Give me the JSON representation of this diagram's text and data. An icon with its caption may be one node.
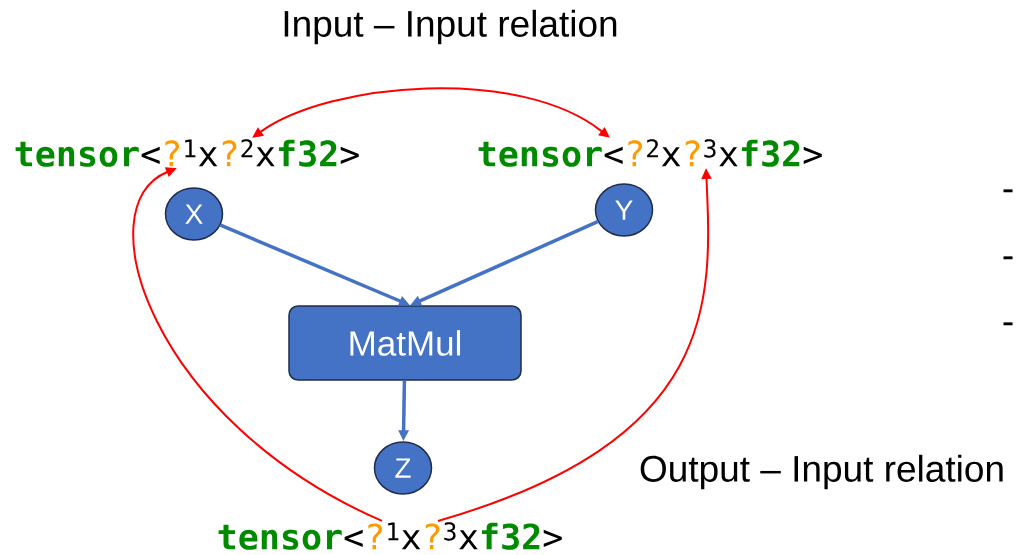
{
  "diagram": {
    "nodes": [
      {
        "text": [
          "**tensor**<?$^{1}$x?$^{2}$x**f32**>"
        ]
      },
      {
        "text": [
          "**tensor**<?$^{2}$x?$^{3}$x**f32**>"
        ]
      },
      {
        "text": [
          "X"
        ]
      },
      {
        "text": [
          "Y"
        ]
      },
      {
        "text": [
          "MatMul"
        ]
      },
      {
        "text": [
          "Z"
        ]
      },
      {
        "text": [
          "**tensor**<?$^{1}$x?$^{3}$x**f32**>"
        ]
      }
    ],
    "edges": [
      {
        "from": 2,
        "to": 4,
        "arrow": "to",
        "color": "#4472c4"
      },
      {
        "from": 3,
        "to": 4,
        "arrow": "to",
        "color": "#4472c4"
      },
      {
        "from": 4,
        "to": 5,
        "arrow": "to",
        "color": "#4472c4"
      },
      {
        "from": 0,
        "to": 1,
        "arrow": "both",
        "color": "#ff0000"
      },
      {
        "from": 6,
        "to": 0,
        "arrow": "to",
        "color": "#ff0000"
      },
      {
        "from": 6,
        "to": 1,
        "arrow": "to",
        "color": "#ff0000"
      }
    ],
    "labels": [
      "Input – Input relation",
      "-",
      "-",
      "-",
      "Output – Input relation"
    ]
  }
}
